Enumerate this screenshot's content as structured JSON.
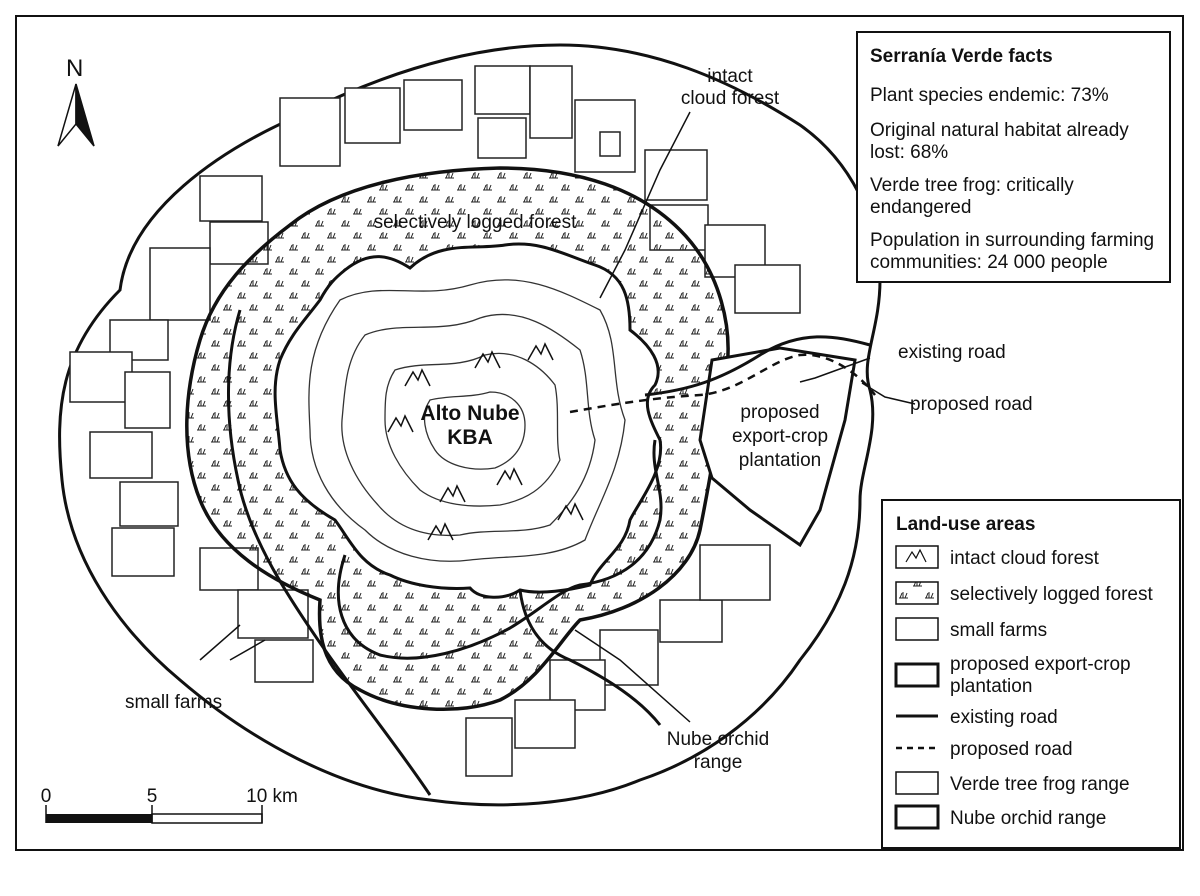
{
  "map": {
    "north_label": "N",
    "kba_label_line1": "Alto Nube",
    "kba_label_line2": "KBA",
    "callouts": {
      "intact_cloud_forest_line1": "intact",
      "intact_cloud_forest_line2": "cloud forest",
      "selectively_logged_forest": "selectively logged forest",
      "existing_road": "existing road",
      "proposed_road": "proposed road",
      "plantation_line1": "proposed",
      "plantation_line2": "export-crop",
      "plantation_line3": "plantation",
      "small_farms": "small farms",
      "orchid_line1": "Nube orchid",
      "orchid_line2": "range"
    },
    "scale_bar": {
      "ticks": [
        "0",
        "5",
        "10 km"
      ]
    }
  },
  "facts_box": {
    "title": "Serranía Verde facts",
    "items": [
      {
        "line1": "Plant species endemic: 73%",
        "line2": ""
      },
      {
        "line1": "Original natural habitat already",
        "line2": "lost: 68%"
      },
      {
        "line1": "Verde tree frog: critically",
        "line2": "endangered"
      },
      {
        "line1": "Population in surrounding farming",
        "line2": "communities: 24 000 people"
      }
    ]
  },
  "legend": {
    "title": "Land-use areas",
    "items": [
      {
        "line1": "intact cloud forest",
        "line2": ""
      },
      {
        "line1": "selectively logged forest",
        "line2": ""
      },
      {
        "line1": "small farms",
        "line2": ""
      },
      {
        "line1": "proposed export-crop",
        "line2": "plantation"
      },
      {
        "line1": "existing road",
        "line2": ""
      },
      {
        "line1": "proposed road",
        "line2": ""
      },
      {
        "line1": "Verde tree frog range",
        "line2": ""
      },
      {
        "line1": "Nube orchid range",
        "line2": ""
      }
    ]
  }
}
